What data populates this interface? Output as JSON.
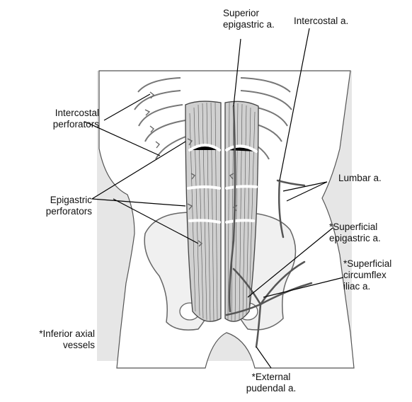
{
  "labels": {
    "superior_epigastric_line1": "Superior",
    "superior_epigastric_line2": "epigastric a.",
    "intercostal_a": "Intercostal a.",
    "intercostal_perforators_line1": "Intercostal",
    "intercostal_perforators_line2": "perforators",
    "lumbar_a": "Lumbar a.",
    "epigastric_perforators_line1": "Epigastric",
    "epigastric_perforators_line2": "perforators",
    "superficial_epigastric_line1": "*Superficial",
    "superficial_epigastric_line2": "epigastric a.",
    "superficial_circumflex_line1": "*Superficial",
    "superficial_circumflex_line2": "circumflex",
    "superficial_circumflex_line3": "iliac a.",
    "inferior_axial_line1": "*Inferior axial",
    "inferior_axial_line2": "vessels",
    "external_pudendal_line1": "*External",
    "external_pudendal_line2": "pudendal a."
  }
}
